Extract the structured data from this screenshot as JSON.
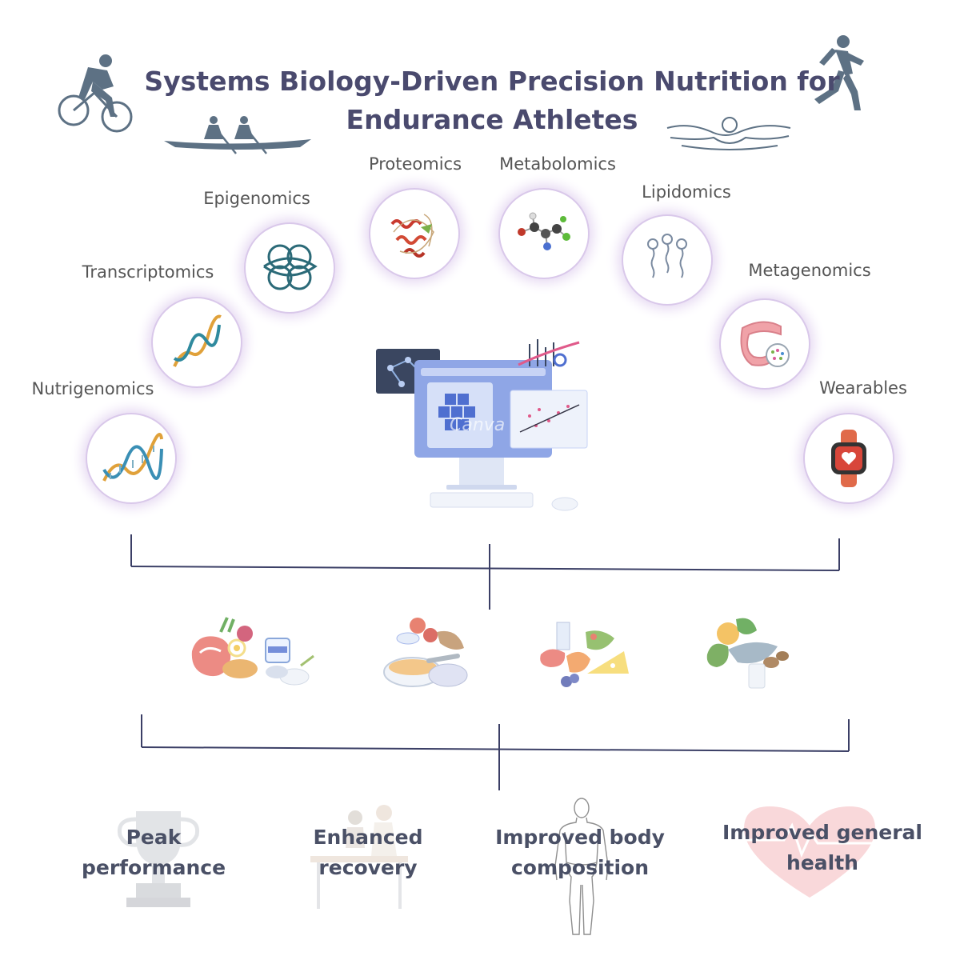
{
  "title": {
    "line1": "Systems Biology-Driven Precision Nutrition for",
    "line2": "Endurance Athletes"
  },
  "omics": {
    "nutrigenomics": "Nutrigenomics",
    "transcriptomics": "Transcriptomics",
    "epigenomics": "Epigenomics",
    "proteomics": "Proteomics",
    "metabolomics": "Metabolomics",
    "lipidomics": "Lipidomics",
    "metagenomics": "Metagenomics",
    "wearables": "Wearables"
  },
  "watermark": "Canva",
  "outcomes": {
    "peak": "Peak performance",
    "recovery": "Enhanced recovery",
    "body": "Improved body composition",
    "health": "Improved general health"
  },
  "icons": {
    "athletes": [
      "cyclist-icon",
      "rowers-icon",
      "swimmer-icon",
      "runner-icon"
    ],
    "foods": [
      "protein-food-icon",
      "meal-food-icon",
      "dairy-food-icon",
      "greens-food-icon"
    ],
    "outcome_icons": [
      "trophy-icon",
      "recovery-icon",
      "body-silhouette-icon",
      "heart-icon"
    ]
  },
  "colors": {
    "title": "#4a4a6e",
    "athlete_icon": "#5d7184",
    "bracket": "#3b3f66",
    "circle_glow": "#e4d6f1",
    "label": "#555555"
  }
}
